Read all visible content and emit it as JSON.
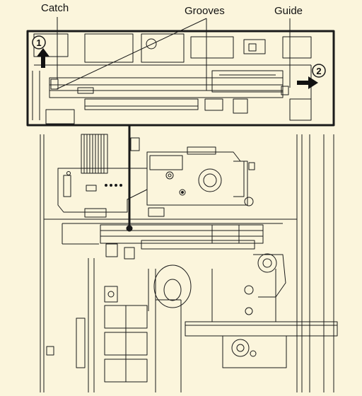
{
  "callouts": {
    "catch": "Catch",
    "grooves": "Grooves",
    "guide": "Guide"
  },
  "steps": {
    "step1": "1",
    "step2": "2"
  },
  "colors": {
    "background": "#fbf5dc",
    "line": "#1a1a1a",
    "arrow": "#111111"
  }
}
